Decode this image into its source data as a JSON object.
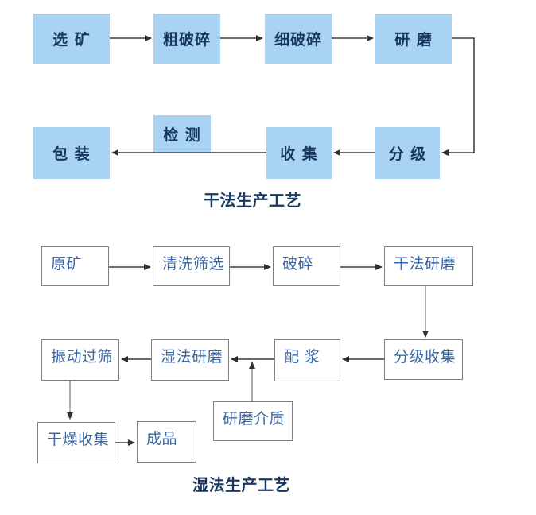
{
  "dry_process": {
    "title": "干法生产工艺",
    "nodes": [
      {
        "id": "xuankuang",
        "label": "选 矿"
      },
      {
        "id": "cuposui",
        "label": "粗破碎"
      },
      {
        "id": "xiposui",
        "label": "细破碎"
      },
      {
        "id": "yanmo",
        "label": "研 磨"
      },
      {
        "id": "fenji",
        "label": "分 级"
      },
      {
        "id": "shouji",
        "label": "收 集"
      },
      {
        "id": "jiance",
        "label": "检 测"
      },
      {
        "id": "baozhuang",
        "label": "包 装"
      }
    ],
    "edges": [
      {
        "from": "选矿",
        "to": "粗破碎"
      },
      {
        "from": "粗破碎",
        "to": "细破碎"
      },
      {
        "from": "细破碎",
        "to": "研磨"
      },
      {
        "from": "研磨",
        "to": "分级"
      },
      {
        "from": "分级",
        "to": "收集"
      },
      {
        "from": "收集",
        "to": "包装",
        "through": "检测"
      }
    ]
  },
  "wet_process": {
    "title": "湿法生产工艺",
    "nodes": [
      {
        "id": "yuankuang",
        "label": "原矿"
      },
      {
        "id": "qingxishaixuan",
        "label": "清洗筛选"
      },
      {
        "id": "posui",
        "label": "破碎"
      },
      {
        "id": "ganfayanmo",
        "label": "干法研磨"
      },
      {
        "id": "fenjishouji",
        "label": "分级收集"
      },
      {
        "id": "peijiang",
        "label": "配 浆"
      },
      {
        "id": "shifayanmo",
        "label": "湿法研磨"
      },
      {
        "id": "zhendongguoshai",
        "label": "振动过筛"
      },
      {
        "id": "yanmojiezhi",
        "label": "研磨介质"
      },
      {
        "id": "ganzaoshouji",
        "label": "干燥收集"
      },
      {
        "id": "chengpin",
        "label": "成品"
      }
    ],
    "edges": [
      {
        "from": "原矿",
        "to": "清洗筛选"
      },
      {
        "from": "清洗筛选",
        "to": "破碎"
      },
      {
        "from": "破碎",
        "to": "干法研磨"
      },
      {
        "from": "干法研磨",
        "to": "分级收集"
      },
      {
        "from": "分级收集",
        "to": "配浆"
      },
      {
        "from": "配浆",
        "to": "湿法研磨"
      },
      {
        "from": "研磨介质",
        "to": "湿法研磨"
      },
      {
        "from": "湿法研磨",
        "to": "振动过筛"
      },
      {
        "from": "振动过筛",
        "to": "干燥收集"
      },
      {
        "from": "干燥收集",
        "to": "成品"
      }
    ]
  },
  "colors": {
    "dry_node_fill": "#a9d3f3",
    "dry_node_text": "#17375e",
    "wet_node_border": "#7f7f7f",
    "wet_node_text": "#3a67a3",
    "title_text": "#17375e",
    "arrow_dark": "#383838",
    "arrow_gray": "#a6a6a6",
    "background": "#ffffff"
  }
}
